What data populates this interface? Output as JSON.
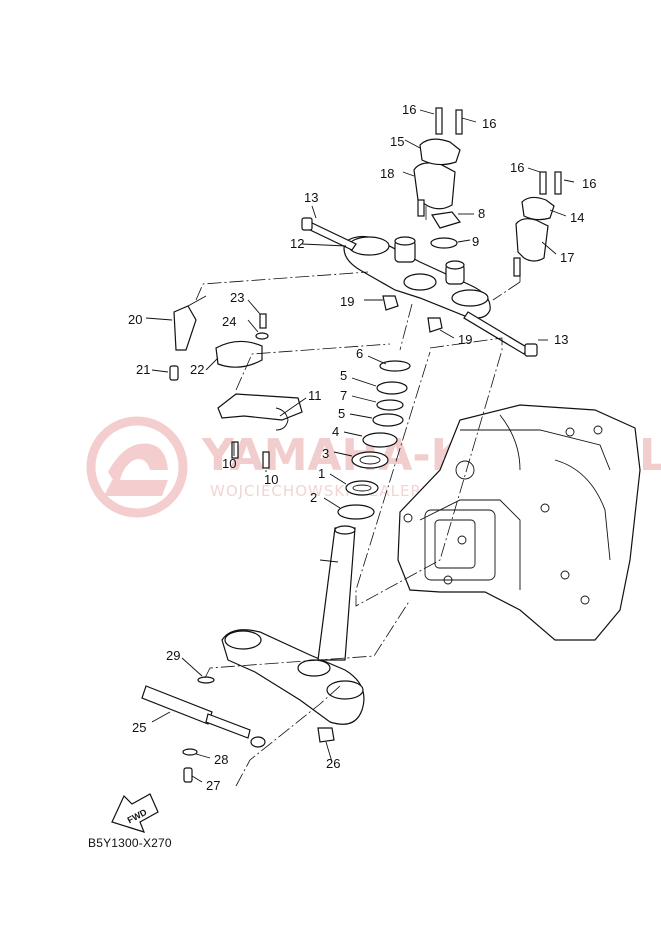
{
  "drawing_code": "B5Y1300-X270",
  "watermark": {
    "brand": "YAMAHA-KLUPA.PL",
    "subtitle": "WOJCIECHOWSKI DEALER YAMAHA"
  },
  "fwd_label": "FWD",
  "callouts": [
    "16",
    "16",
    "15",
    "18",
    "16",
    "16",
    "14",
    "17",
    "8",
    "9",
    "13",
    "12",
    "19",
    "13",
    "19",
    "20",
    "23",
    "24",
    "21",
    "22",
    "11",
    "10",
    "10",
    "6",
    "5",
    "7",
    "5",
    "4",
    "3",
    "1",
    "2",
    "29",
    "25",
    "28",
    "27",
    "26"
  ]
}
